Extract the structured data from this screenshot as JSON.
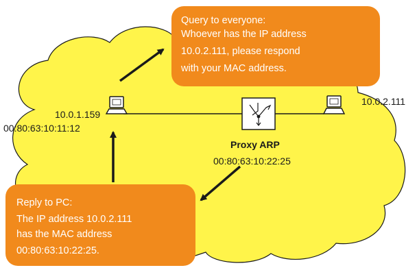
{
  "query_bubble": {
    "lines": [
      "Query to everyone:",
      "Whoever has the IP address",
      "10.0.2.111, please respond",
      "with your MAC address."
    ]
  },
  "reply_bubble": {
    "lines": [
      "Reply to PC:",
      "The IP address 10.0.2.111",
      "has the MAC address",
      "00:80:63:10:22:25."
    ]
  },
  "pc_left": {
    "ip": "10.0.1.159",
    "mac": "00:80:63:10:11:12"
  },
  "pc_right": {
    "ip": "10.0.2.111"
  },
  "router": {
    "title": "Proxy ARP",
    "mac": "00:80:63:10:22:25"
  },
  "icons": {
    "pc_left": "computer-icon",
    "pc_right": "computer-icon",
    "router": "router-icon"
  },
  "colors": {
    "cloud_fill": "#fff44a",
    "cloud_stroke": "#1a1a1a",
    "bubble_fill": "#f18a1c",
    "line": "#1a1a1a",
    "bubble_text": "#ffffff"
  }
}
